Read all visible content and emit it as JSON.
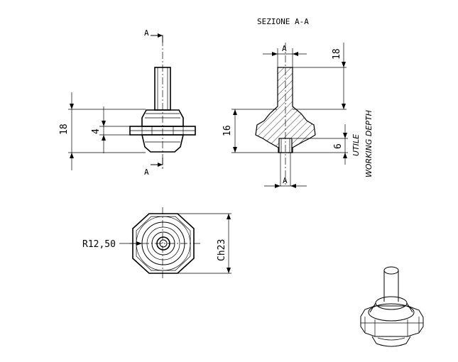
{
  "section_title": "SEZIONE A-A",
  "section_marks": {
    "front_top": "A",
    "front_bottom": "A",
    "section_top": "A",
    "section_bottom": "A"
  },
  "dimensions": {
    "front_height": "18",
    "front_flange": "4",
    "section_top_height": "18",
    "section_body": "16",
    "section_depth": "6",
    "radius": "R12,50",
    "hex_across_flats": "Ch23"
  },
  "notes": {
    "utile": "UTILE",
    "working_depth": "WORKING DEPTH"
  }
}
